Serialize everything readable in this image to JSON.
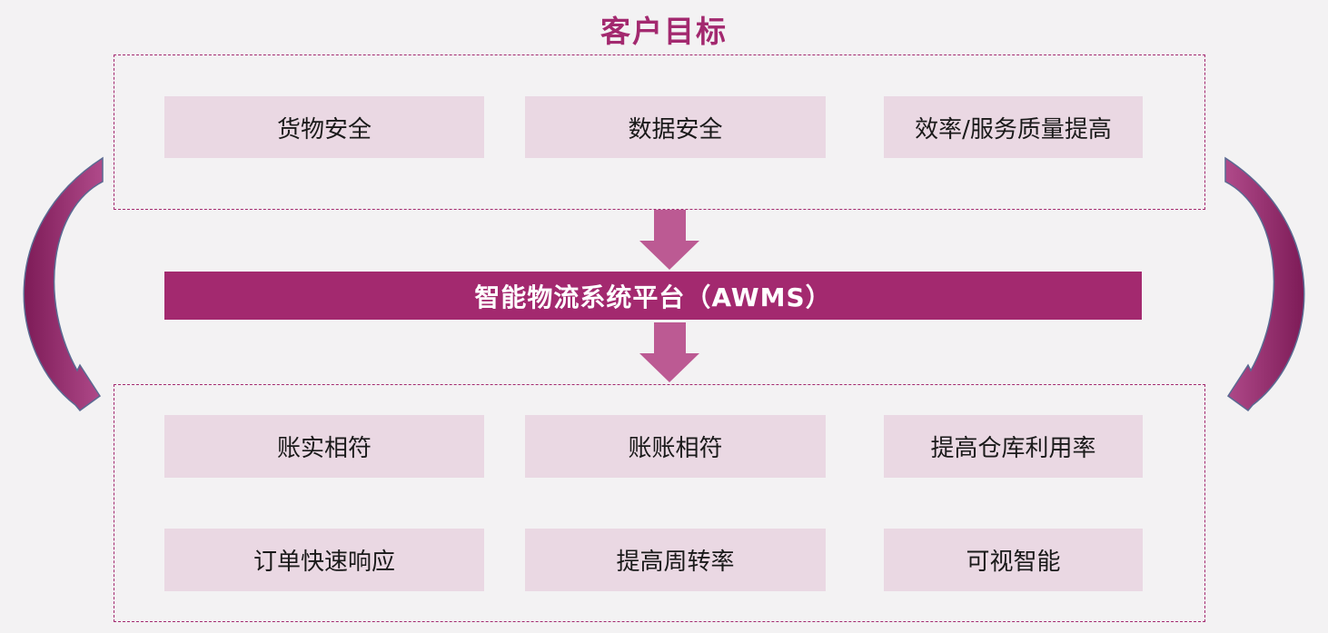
{
  "title": "客户目标",
  "goals": [
    "货物安全",
    "数据安全",
    "效率/服务质量提高"
  ],
  "platform": "智能物流系统平台（AWMS）",
  "benefits_row1": [
    "账实相符",
    "账账相符",
    "提高仓库利用率"
  ],
  "benefits_row2": [
    "订单快速响应",
    "提高周转率",
    "可视智能"
  ],
  "colors": {
    "accent": "#a3296f",
    "cell_bg": "#ead8e3",
    "down_arrow": "#bc5a93",
    "side_arrow_dark": "#7d1b57",
    "side_arrow_light": "#b04a8a",
    "background": "#f3f2f3"
  }
}
